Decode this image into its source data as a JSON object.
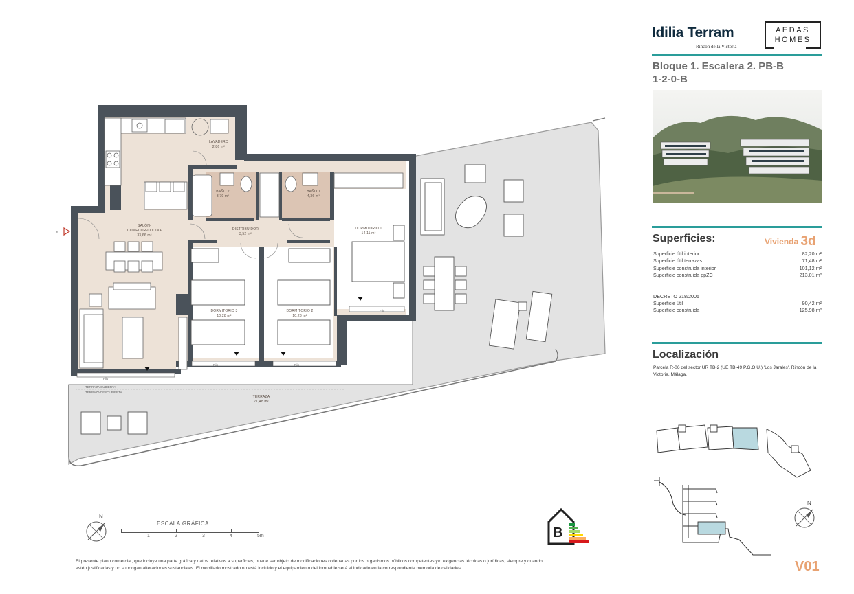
{
  "header": {
    "brand": "Idilia Terram",
    "brand_sub": "Rincón de la Victoria",
    "developer_line1": "AEDAS",
    "developer_line2": "HOMES"
  },
  "unit": {
    "line1": "Bloque 1. Escalera 2. PB-B",
    "line2": "1-2-0-B"
  },
  "superficies": {
    "title": "Superficies:",
    "vivienda_label": "Vivienda",
    "vivienda_type": "3d",
    "rows": [
      {
        "label": "Superficie útil interior",
        "value": "82,20 m²"
      },
      {
        "label": "Superficie útil terrazas",
        "value": "71,48 m²"
      },
      {
        "label": "Superficie construida interior",
        "value": "101,12 m²"
      },
      {
        "label": "Superficie construida ppZC",
        "value": "213,01 m²"
      }
    ],
    "decreto_title": "DECRETO 218/2005",
    "decreto_rows": [
      {
        "label": "Superficie útil",
        "value": "90,42 m²"
      },
      {
        "label": "Superficie construida",
        "value": "125,98 m²"
      }
    ]
  },
  "localizacion": {
    "title": "Localización",
    "text": "Parcela R-06 del sector UR TB-2 (UE TB-49 P.G.O.U.) 'Los Jarales', Rincón de la Victoria, Málaga."
  },
  "plan": {
    "rooms": [
      {
        "name": "SALÓN-\nCOMEDOR-COCINA",
        "area": "33,66 m²"
      },
      {
        "name": "LAVADERO",
        "area": "2,86 m²"
      },
      {
        "name": "BAÑO 2",
        "area": "3,79 m²"
      },
      {
        "name": "BAÑO 1",
        "area": "4,36 m²"
      },
      {
        "name": "DISTRIBUIDOR",
        "area": "3,52 m²"
      },
      {
        "name": "DORMITORIO 1",
        "area": "14,11 m²"
      },
      {
        "name": "DORMITORIO 3",
        "area": "10,28 m²"
      },
      {
        "name": "DORMITORIO 2",
        "area": "10,28 m²"
      },
      {
        "name": "TERRAZA",
        "area": "71,48 m²"
      }
    ],
    "terraza_cubierta": "TERRAZA CUBIERTA",
    "terraza_descubierta": "TERRAZA DESCUBIERTA",
    "fijo_label": "Fijo",
    "entrance_label": "e"
  },
  "legend": {
    "north": "N",
    "scale_title": "ESCALA GRÁFICA",
    "scale_ticks": [
      "1",
      "2",
      "3",
      "4",
      "5m"
    ],
    "energy_class": "B"
  },
  "disclaimer": "El presente plano comercial, que incluye una parte gráfica y datos relativos a superficies, puede ser objeto de modificaciones ordenadas por los organismos públicos competentes y/o exigencias técnicas o jurídicas, siempre y cuando estén justificadas y no supongan alteraciones sustanciales. El mobiliario mostrado no está incluido y el equipamiento del inmueble será el indicado en la correspondiente memoria de calidades.",
  "page_code": "V01",
  "colors": {
    "wall": "#4a525a",
    "floor": "#ede2d7",
    "bath": "#dcc5b4",
    "teal": "#2a9d9a",
    "accent": "#e8a272",
    "terrace": "#e3e3e3"
  }
}
